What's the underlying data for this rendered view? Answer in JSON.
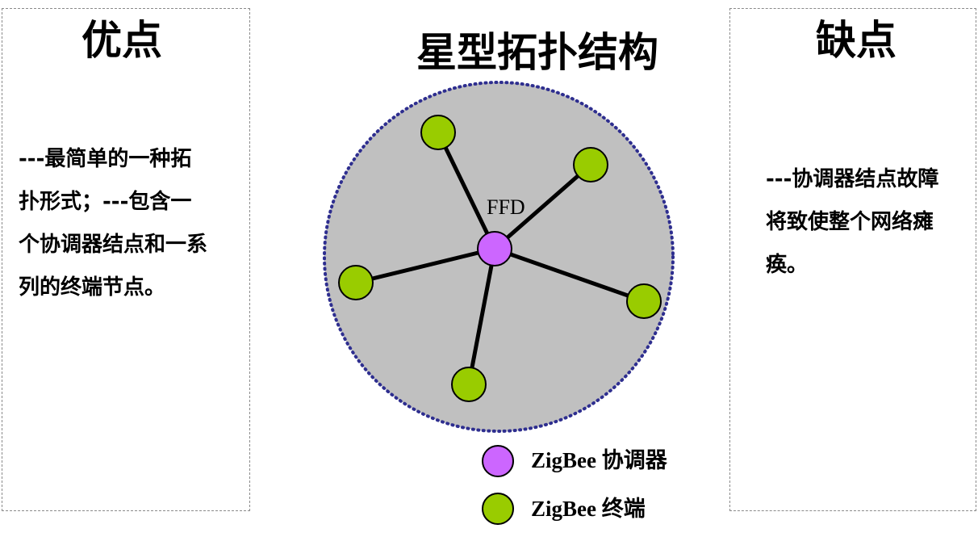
{
  "advantages": {
    "title": "优点",
    "body": "---最简单的一种拓扑形式；---包含一个协调器结点和一系列的终端节点。"
  },
  "disadvantages": {
    "title": "缺点",
    "body": "---协调器结点故障将致使整个网络瘫痪。"
  },
  "diagram": {
    "title": "星型拓扑结构",
    "center_label": "FFD",
    "end_device_count": 5,
    "colors": {
      "network_fill": "#c0c0c0",
      "network_border": "#2e2e8f",
      "coordinator": "#cc66ff",
      "end_device": "#99cc00",
      "link": "#000000"
    }
  },
  "legend": {
    "coordinator_label": "ZigBee 协调器",
    "end_device_label": "ZigBee 终端"
  }
}
